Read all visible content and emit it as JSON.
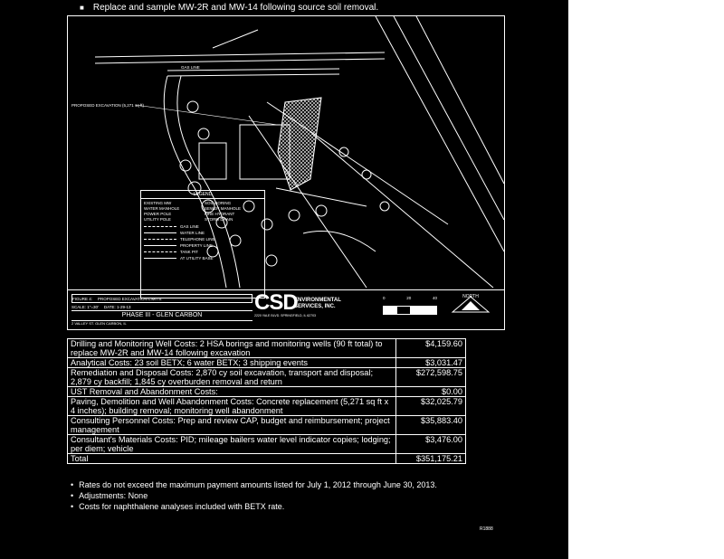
{
  "top_bullet": "Replace and sample MW-2R and MW-14 following source soil removal.",
  "map": {
    "label_excavation": "PROPOSED EXCAVATION (5,271 sq ft)",
    "label_gas": "GAS LINE",
    "legend_title": "LEGEND",
    "legend_items": [
      "EXISTING MW",
      "SOIL BORING",
      "WATER MANHOLE",
      "SEWER MANHOLE",
      "POWER POLE",
      "FIRE HYDRANT",
      "UTILITY POLE",
      "STORM DRAIN"
    ],
    "legend_lines": [
      "GAS LINE",
      "WATER LINE",
      "TELEPHONE LINE",
      "PROPERTY LINE",
      "TANK PIT",
      "AT UTILITY BASE"
    ],
    "figure_label": "FIGURE 4:",
    "figure_title": "PROPOSED EXCAVATION LIMITS",
    "scale_label": "SCALE: 1\"=30'",
    "date_label": "DATE: 1-29-13",
    "project": "PHASE III - GLEN CARBON",
    "address": "2 VALLEY ST. GLEN CARBON, IL",
    "company_abbr": "CSD",
    "company_name_1": "ENVIRONMENTAL",
    "company_name_2": "SERVICES, INC.",
    "company_addr": "2220 YALE BLVD. SPRINGFIELD, IL 62703",
    "scale_0": "0",
    "scale_20": "20",
    "scale_40": "40",
    "north": "NORTH"
  },
  "costs": [
    {
      "desc": "Drilling and Monitoring Well Costs: 2 HSA borings and monitoring wells (90 ft total) to replace MW-2R and MW-14 following excavation",
      "amount": "$4,159.60"
    },
    {
      "desc": "Analytical Costs: 23 soil BETX; 6 water BETX; 3 shipping events",
      "amount": "$3,031.47"
    },
    {
      "desc": "Remediation and Disposal Costs: 2,870 cy soil excavation, transport and disposal; 2,879 cy backfill; 1,845 cy overburden removal and return",
      "amount": "$272,598.75"
    },
    {
      "desc": "UST Removal and Abandonment Costs:",
      "amount": "$0.00"
    },
    {
      "desc": "Paving, Demolition and Well Abandonment Costs: Concrete replacement (5,271 sq ft x 4 inches); building removal; monitoring well abandonment",
      "amount": "$32,025.79"
    },
    {
      "desc": "Consulting Personnel Costs: Prep and review CAP, budget and reimbursement; project management",
      "amount": "$35,883.40"
    },
    {
      "desc": "Consultant's Materials Costs: PID; mileage bailers water level indicator copies; lodging; per diem; vehicle",
      "amount": "$3,476.00"
    },
    {
      "desc": "Total",
      "amount": "$351,175.21"
    }
  ],
  "notes": [
    "Rates do not exceed the maximum payment amounts listed for July 1, 2012 through June 30, 2013.",
    "Adjustments: None",
    "Costs for naphthalene analyses included with BETX rate."
  ],
  "page_number": "R1888"
}
